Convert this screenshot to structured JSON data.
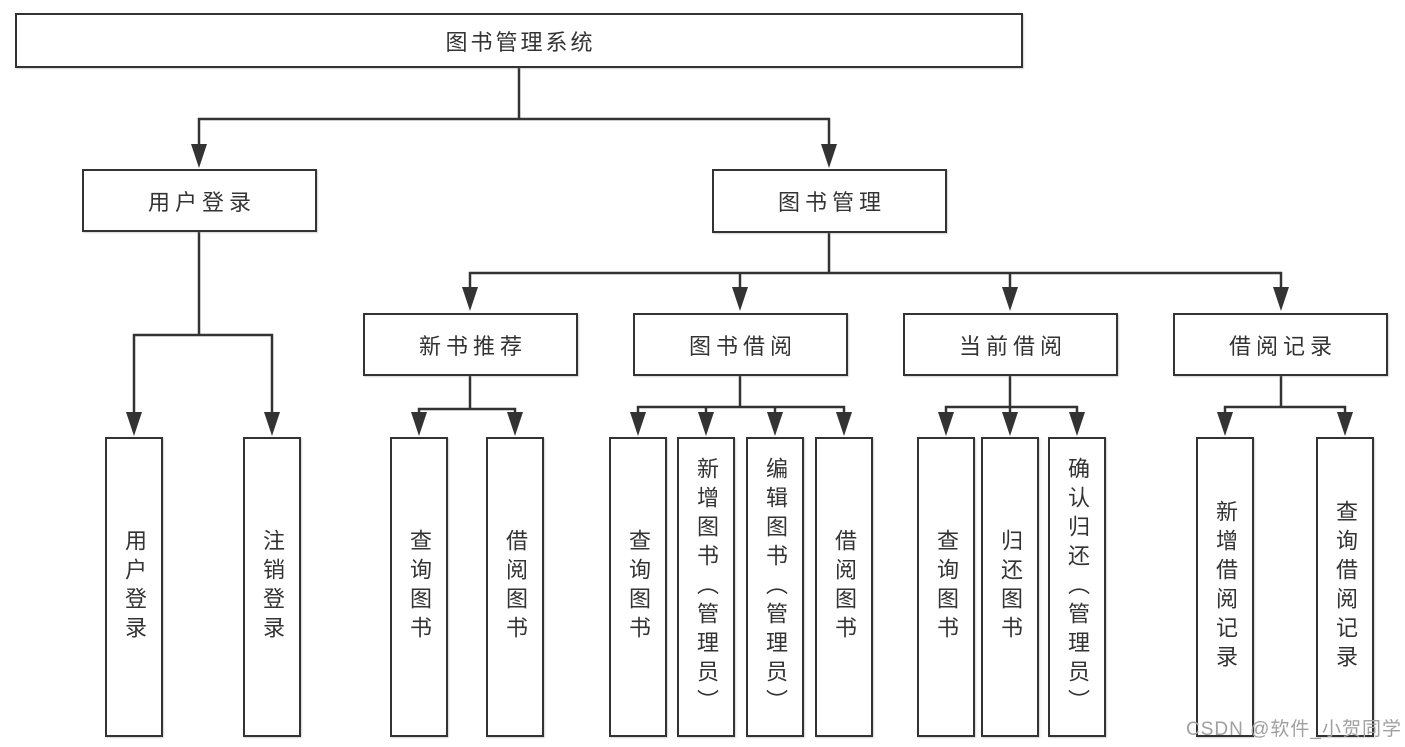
{
  "diagram_title": "图书管理系统",
  "tree": {
    "label": "图书管理系统",
    "children": [
      {
        "label": "用户登录",
        "children": [
          {
            "label": "用户登录"
          },
          {
            "label": "注销登录"
          }
        ]
      },
      {
        "label": "图书管理",
        "children": [
          {
            "label": "新书推荐",
            "children": [
              {
                "label": "查询图书"
              },
              {
                "label": "借阅图书"
              }
            ]
          },
          {
            "label": "图书借阅",
            "children": [
              {
                "label": "查询图书"
              },
              {
                "label": "新增图书（管理员）"
              },
              {
                "label": "编辑图书（管理员）"
              },
              {
                "label": "借阅图书"
              }
            ]
          },
          {
            "label": "当前借阅",
            "children": [
              {
                "label": "查询图书"
              },
              {
                "label": "归还图书"
              },
              {
                "label": "确认归还（管理员）"
              }
            ]
          },
          {
            "label": "借阅记录",
            "children": [
              {
                "label": "新增借阅记录"
              },
              {
                "label": "查询借阅记录"
              }
            ]
          }
        ]
      }
    ]
  },
  "watermark": {
    "text": "CSDN @软件_小贺同学"
  },
  "colors": {
    "line": "#333333",
    "box_border": "#333333",
    "text": "#333333",
    "watermark_text": "#a0a0a0",
    "background": "#ffffff"
  }
}
